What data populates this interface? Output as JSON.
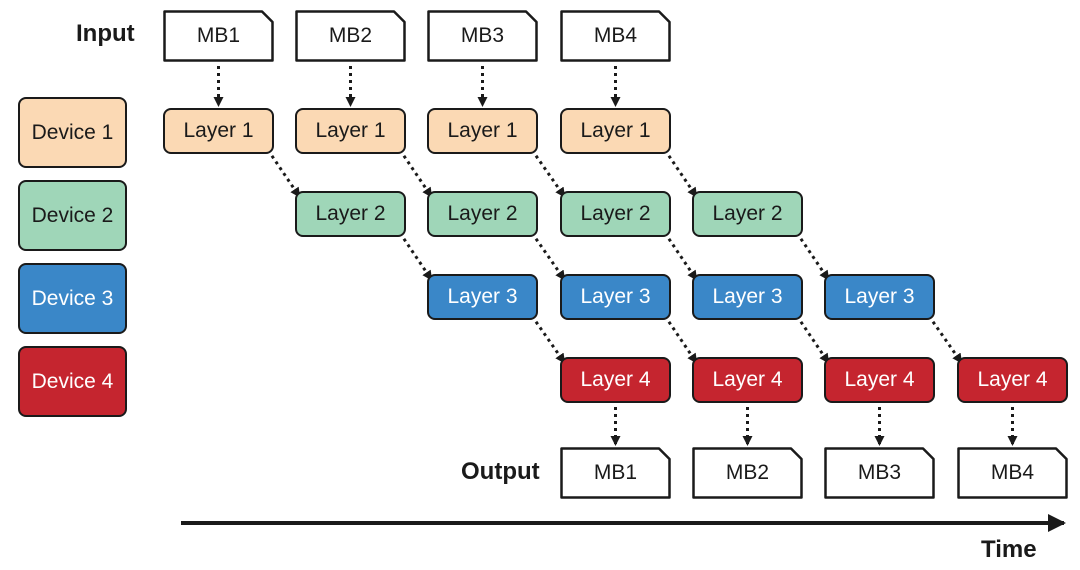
{
  "labels": {
    "input": "Input",
    "output": "Output",
    "time": "Time"
  },
  "devices": [
    {
      "label": "Device 1",
      "color": "#fbd9b4",
      "text_color": "#1a1a1a"
    },
    {
      "label": "Device 2",
      "color": "#9fd6b8",
      "text_color": "#1a1a1a"
    },
    {
      "label": "Device 3",
      "color": "#3a87c8",
      "text_color": "#ffffff"
    },
    {
      "label": "Device 4",
      "color": "#c5252f",
      "text_color": "#ffffff"
    }
  ],
  "inputs": [
    "MB1",
    "MB2",
    "MB3",
    "MB4"
  ],
  "outputs": [
    "MB1",
    "MB2",
    "MB3",
    "MB4"
  ],
  "layers": [
    "Layer 1",
    "Layer 2",
    "Layer 3",
    "Layer 4"
  ]
}
